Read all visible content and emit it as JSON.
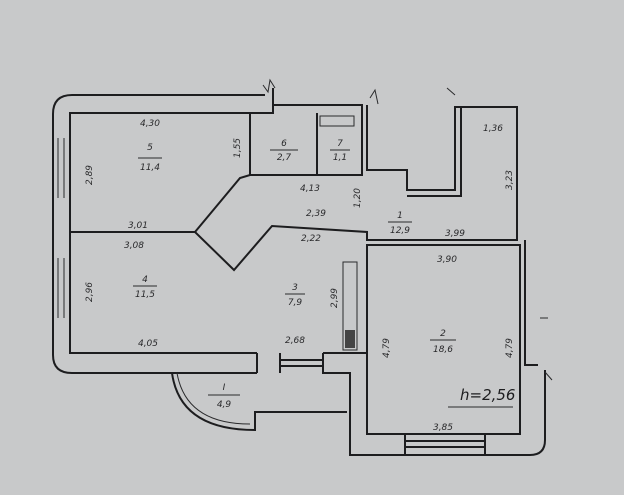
{
  "plan": {
    "rooms": [
      {
        "number": "1",
        "area": "12,9"
      },
      {
        "number": "2",
        "area": "18,6"
      },
      {
        "number": "3",
        "area": "7,9"
      },
      {
        "number": "4",
        "area": "11,5"
      },
      {
        "number": "5",
        "area": "11,4"
      },
      {
        "number": "6",
        "area": "2,7"
      },
      {
        "number": "7",
        "area": "1,1"
      },
      {
        "number": "I",
        "area": "4,9"
      }
    ],
    "dimensions": {
      "d430": "4,30",
      "d289": "2,89",
      "d155": "1,55",
      "d413": "4,13",
      "d120": "1,20",
      "d301": "3,01",
      "d308": "3,08",
      "d239": "2,39",
      "d222": "2,22",
      "d399": "3,99",
      "d390": "3,90",
      "d136": "1,36",
      "d323": "3,23",
      "d296": "2,96",
      "d299": "2,99",
      "d405": "4,05",
      "d268": "2,68",
      "d479a": "4,79",
      "d479b": "4,79",
      "d385": "3,85"
    },
    "ceiling_height": "h=2,56"
  }
}
